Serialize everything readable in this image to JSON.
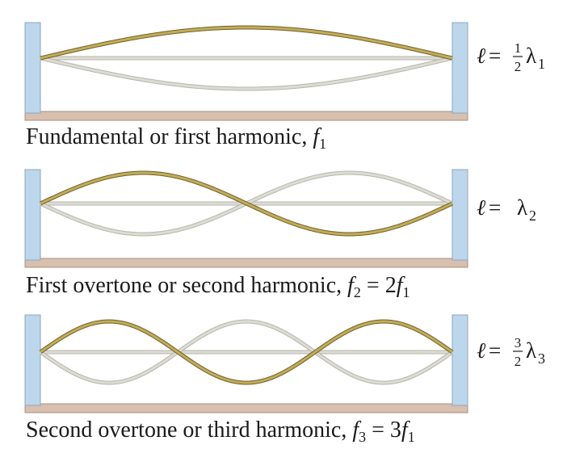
{
  "colors": {
    "post_fill": "#bcd7ec",
    "post_stroke": "#8ba6bd",
    "base_fill": "#d8bfae",
    "base_stroke": "#a88f80",
    "string_active": "#c2ad57",
    "string_active_edge": "#6f5f2a",
    "string_ghost": "#dcdcd4",
    "string_ghost_edge": "#b6b6ad"
  },
  "panels": [
    {
      "harmonic": 1,
      "caption": {
        "text": "Fundamental or first harmonic, ",
        "f": "f",
        "sub": "1"
      },
      "equation": {
        "ell": "ℓ",
        "eq": " = ",
        "num": "1",
        "den": "2",
        "lambda": "λ",
        "sub": "1"
      }
    },
    {
      "harmonic": 2,
      "caption": {
        "text": "First overtone or second harmonic, ",
        "f": "f",
        "sub": "2",
        "eq": " = ",
        "coef": "2",
        "f2": "f",
        "sub2": "1"
      },
      "equation": {
        "ell": "ℓ",
        "eq": " = ",
        "lambda": "λ",
        "sub": "2"
      }
    },
    {
      "harmonic": 3,
      "caption": {
        "text": "Second overtone or third harmonic, ",
        "f": "f",
        "sub": "3",
        "eq": " = ",
        "coef": "3",
        "f2": "f",
        "sub2": "1"
      },
      "equation": {
        "ell": "ℓ",
        "eq": " = ",
        "num": "3",
        "den": "2",
        "lambda": "λ",
        "sub": "3"
      }
    }
  ]
}
